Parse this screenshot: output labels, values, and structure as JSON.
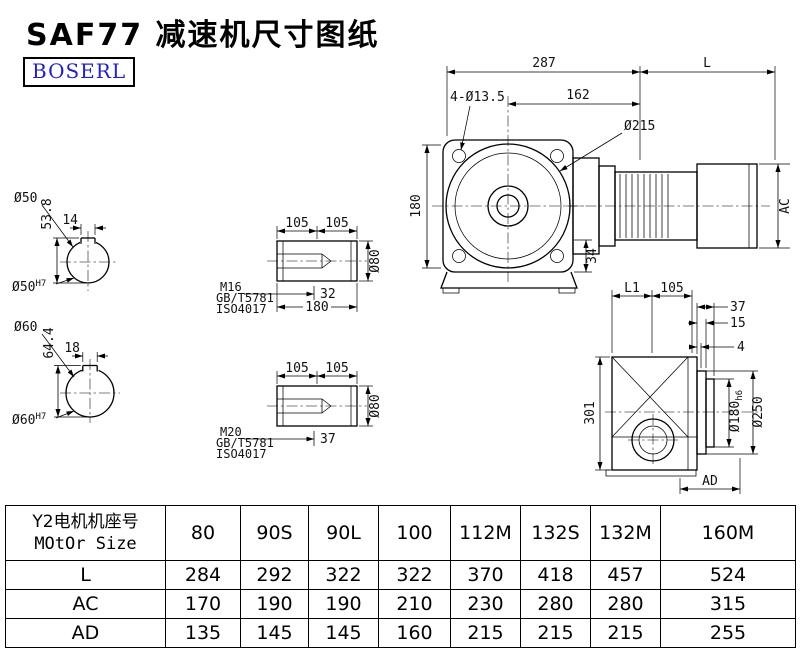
{
  "title": "SAF77 减速机尺寸图纸",
  "brand": "BOSERL",
  "brand_color": "#2222c2",
  "front_view": {
    "w287": "287",
    "L": "L",
    "bolts": "4-Ø13.5",
    "w162": "162",
    "d215": "Ø215",
    "h180": "180",
    "h34": "34",
    "AC": "AC"
  },
  "shaft_end_1": {
    "d50": "Ø50",
    "k538": "53.8",
    "kw14": "14",
    "bore": "Ø50",
    "tol": "H7"
  },
  "shaft_end_2": {
    "d60": "Ø60",
    "k644": "64.4",
    "kw18": "18",
    "bore": "Ø60",
    "tol": "H7"
  },
  "shaft_side_1": {
    "l105a": "105",
    "l105b": "105",
    "thread": "M16",
    "std1": "GB/T5781",
    "std2": "ISO4017",
    "depth": "32",
    "len": "180",
    "dia": "Ø80"
  },
  "shaft_side_2": {
    "l105a": "105",
    "l105b": "105",
    "thread": "M20",
    "std1": "GB/T5781",
    "std2": "ISO4017",
    "depth": "37",
    "dia": "Ø80"
  },
  "side_view": {
    "L1": "L1",
    "w105": "105",
    "w37": "37",
    "w15": "15",
    "w4": "4",
    "h301": "301",
    "d180": "Ø180",
    "d180tol": "h6",
    "d250": "Ø250",
    "AD": "AD"
  },
  "table": {
    "header_line1": "Y2电机机座号",
    "header_line2": "MOtOr Size",
    "sizes": [
      "80",
      "90S",
      "90L",
      "100",
      "112M",
      "132S",
      "132M",
      "160M"
    ],
    "rows": [
      {
        "label": "L",
        "values": [
          "284",
          "292",
          "322",
          "322",
          "370",
          "418",
          "457",
          "524"
        ]
      },
      {
        "label": "AC",
        "values": [
          "170",
          "190",
          "190",
          "210",
          "230",
          "280",
          "280",
          "315"
        ]
      },
      {
        "label": "AD",
        "values": [
          "135",
          "145",
          "145",
          "160",
          "215",
          "215",
          "215",
          "255"
        ]
      }
    ]
  }
}
